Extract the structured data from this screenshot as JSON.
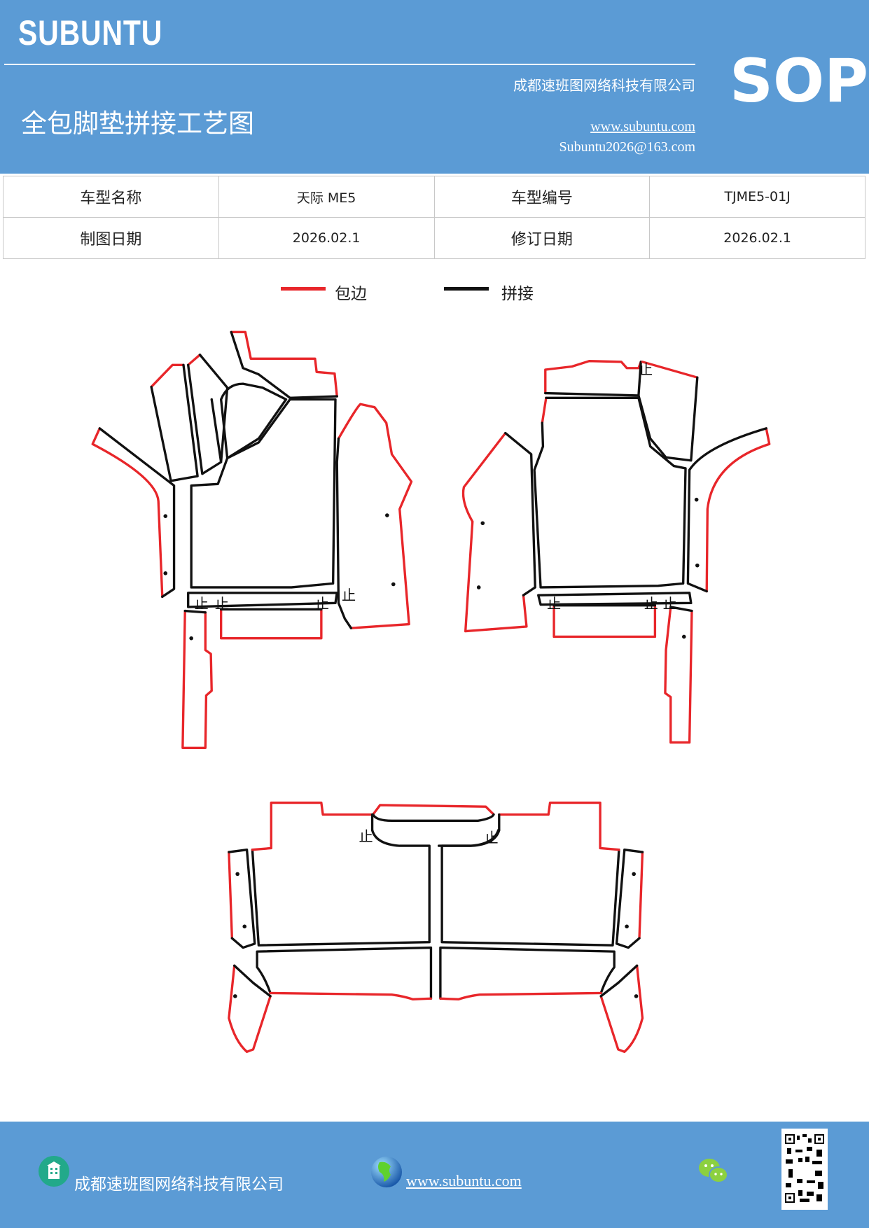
{
  "header": {
    "brand": "SUBUNTU",
    "company": "成都速班图网络科技有限公司",
    "doc_type": "SOP",
    "title": "全包脚垫拼接工艺图",
    "website": "www.subuntu.com",
    "email": "Subuntu2026@163.com",
    "bg_color": "#5B9BD5"
  },
  "info_table": {
    "rows": [
      [
        "车型名称",
        "天际 ME5",
        "车型编号",
        "TJME5-01J"
      ],
      [
        "制图日期",
        "2026.02.1",
        "修订日期",
        "2026.02.1"
      ]
    ]
  },
  "legend": {
    "items": [
      {
        "label": "包边",
        "color": "#E8262A"
      },
      {
        "label": "拼接",
        "color": "#111111"
      }
    ]
  },
  "diagram": {
    "stop_mark": "止"
  },
  "footer": {
    "company": "成都速班图网络科技有限公司",
    "website": "www.subuntu.com",
    "icons": [
      "building-icon",
      "globe-icon",
      "wechat-icon",
      "qr-code"
    ]
  }
}
